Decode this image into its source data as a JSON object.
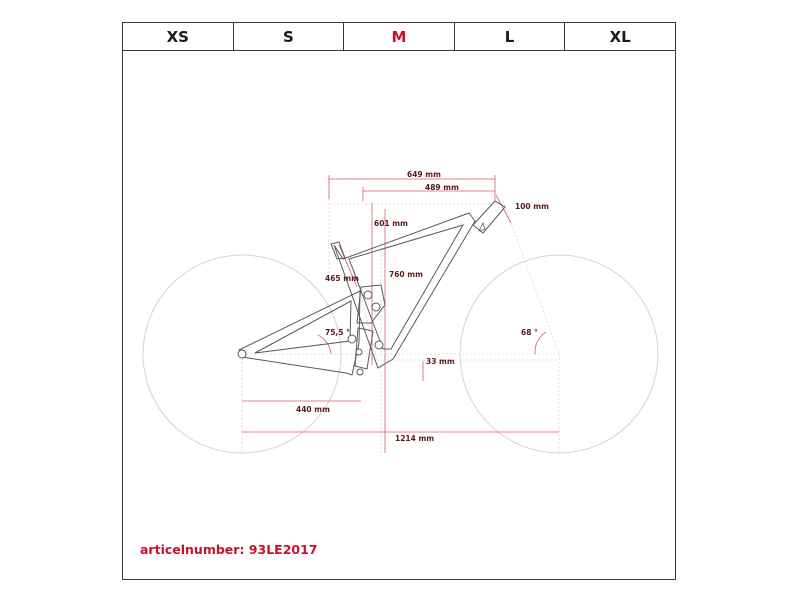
{
  "size_tabs": [
    {
      "label": "XS",
      "active": false
    },
    {
      "label": "S",
      "active": false
    },
    {
      "label": "M",
      "active": true
    },
    {
      "label": "L",
      "active": false
    },
    {
      "label": "XL",
      "active": false
    }
  ],
  "dimensions": {
    "reach_total": "649 mm",
    "top_tube": "489 mm",
    "head_tube": "100 mm",
    "stack": "601 mm",
    "seat_tube": "465 mm",
    "stack_total": "760 mm",
    "seat_angle": "75,5 °",
    "head_angle": "68 °",
    "bb_drop": "33 mm",
    "chainstay": "440 mm",
    "wheelbase": "1214 mm"
  },
  "article": "articelnumber: 93LE2017",
  "colors": {
    "accent": "#c8102e",
    "frame_line": "#555555",
    "wheel": "#cfcfcf",
    "dim_line": "#d94a5a"
  }
}
